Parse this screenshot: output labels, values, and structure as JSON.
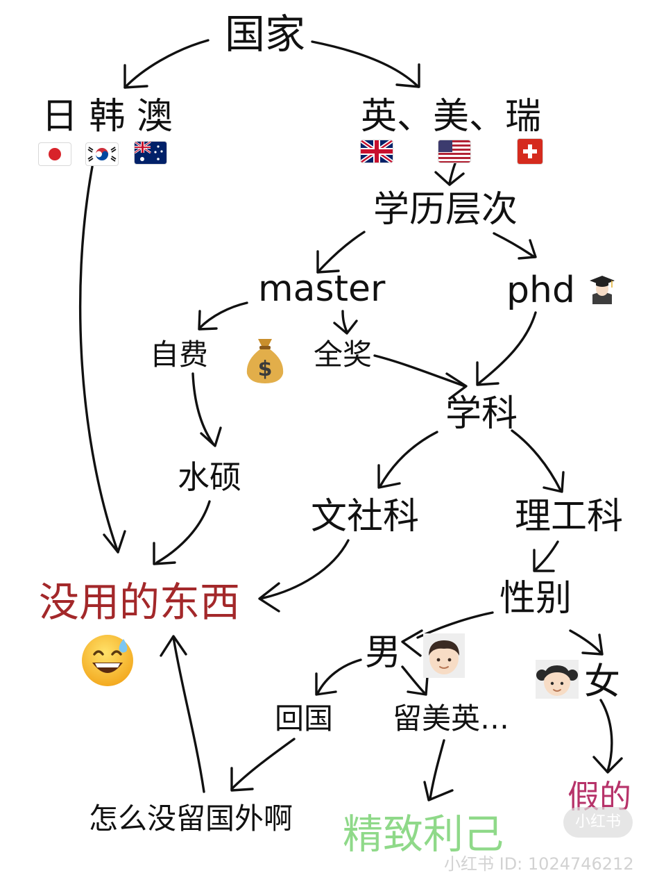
{
  "nodes": {
    "country": "国家",
    "jka": "日 韩 澳",
    "uks": "英、美、瑞",
    "degree": "学历层次",
    "master": "master",
    "phd": "phd",
    "selffund": "自费",
    "fullscholar": "全奖",
    "subject": "学科",
    "watermaster": "水硕",
    "humanities": "文社科",
    "stem": "理工科",
    "useless": "没用的东西",
    "gender": "性别",
    "male": "男",
    "female": "女",
    "return": "回国",
    "stayus": "留美英…",
    "fake": "假的",
    "whynot": "怎么没留国外啊",
    "exquisite": "精致利己"
  },
  "icons": {
    "jp": "japan-flag-icon",
    "kr": "korea-flag-icon",
    "au": "australia-flag-icon",
    "uk": "uk-flag-icon",
    "us": "us-flag-icon",
    "ch": "switzerland-flag-icon",
    "grad": "graduate-emoji-icon",
    "money": "money-bag-emoji-icon",
    "sweat": "sweat-smile-emoji-icon",
    "boy": "boy-emoji-icon",
    "girl": "girl-emoji-icon"
  },
  "colors": {
    "ink": "#111111",
    "useless": "#a3282a",
    "fake": "#b7336a",
    "exquisite": "#8fd989"
  },
  "watermark": {
    "text": "小红书 ID: 1024746212",
    "logo": "小红书"
  }
}
